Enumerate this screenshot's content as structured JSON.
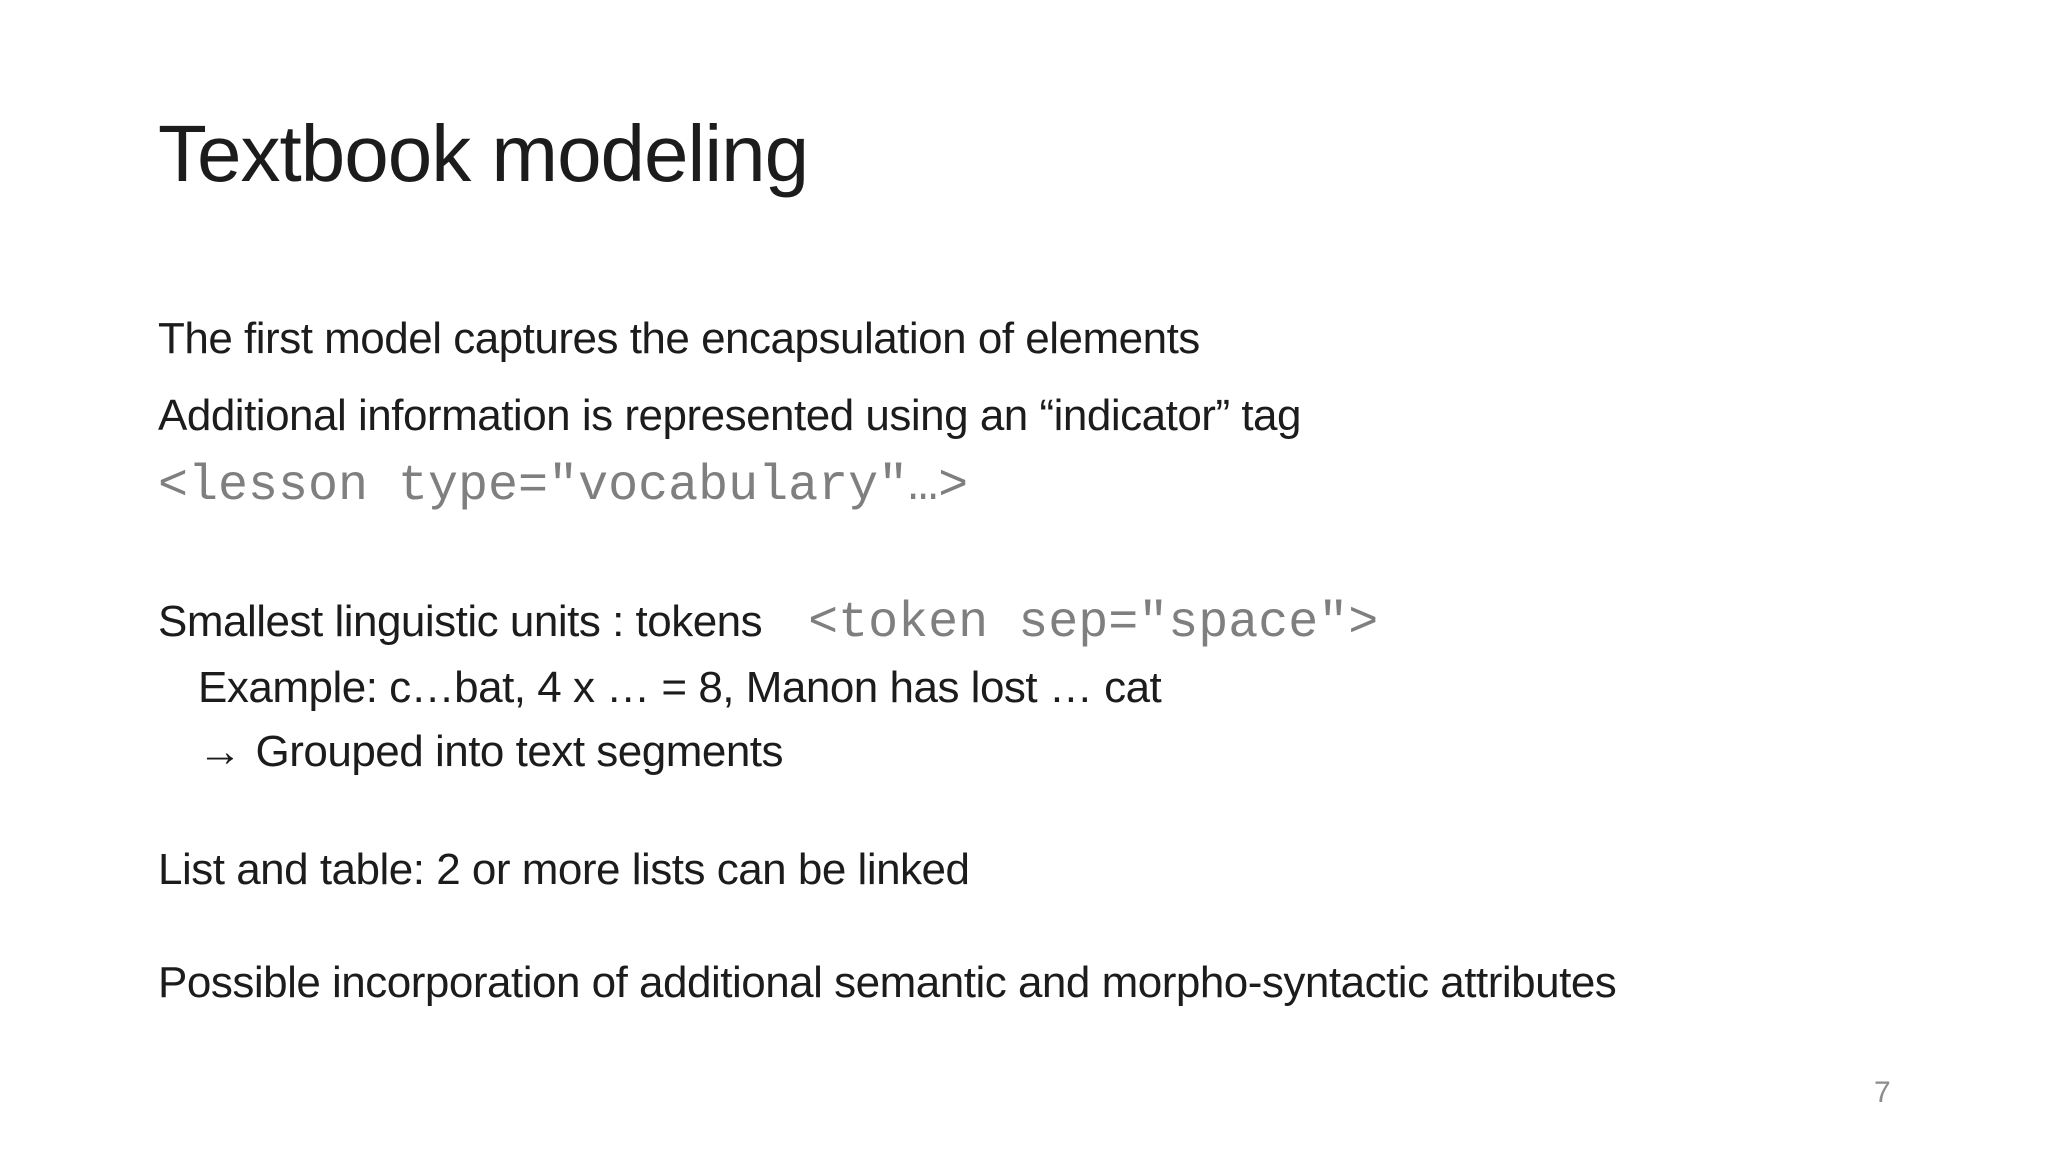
{
  "slide": {
    "background_color": "#ffffff",
    "text_color": "#1c1c1c",
    "code_color": "#7f7f7f",
    "page_number_color": "#8c8c8c",
    "title": "Textbook modeling",
    "body": {
      "line_first_model": "The first model captures the encapsulation of elements",
      "line_additional": "Additional information is represented using an “indicator” tag",
      "code_lesson": "<lesson type=\"vocabulary\"…>",
      "line_smallest": "Smallest linguistic units : tokens",
      "code_token": "<token sep=\"space\">",
      "line_example": "Example: c…bat, 4 x … = 8, Manon has lost … cat",
      "arrow": "→",
      "line_grouped": "Grouped into text segments",
      "line_list": "List and table: 2 or more lists can be linked",
      "line_possible": "Possible incorporation of additional semantic and morpho-syntactic attributes"
    },
    "page_number": "7"
  }
}
